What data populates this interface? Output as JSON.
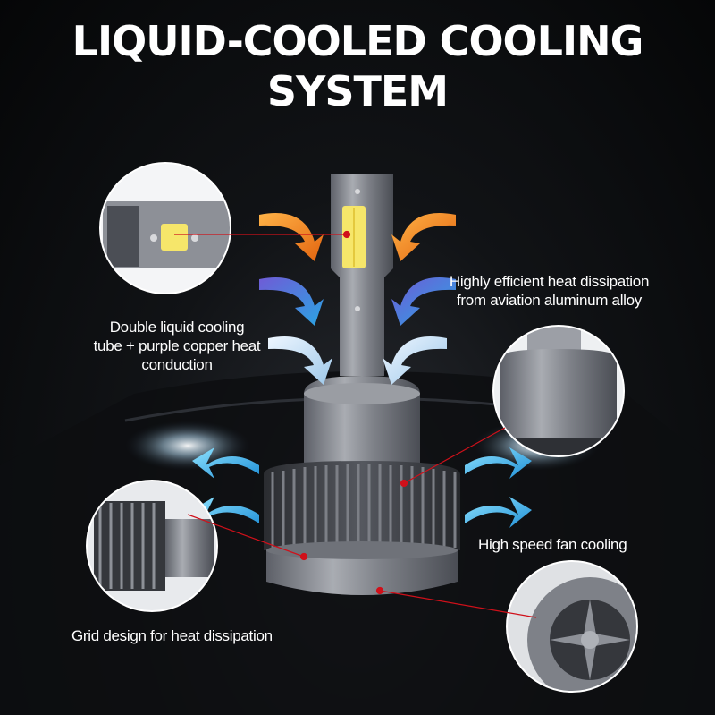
{
  "title": {
    "line1": "LIQUID-COOLED COOLING",
    "line2": "SYSTEM"
  },
  "labels": {
    "double_cooling_1": "Double liquid cooling",
    "double_cooling_2": "tube + purple copper heat",
    "double_cooling_3": "conduction",
    "aviation_1": "Highly efficient heat dissipation",
    "aviation_2": "from aviation aluminum alloy",
    "fan": "High speed fan cooling",
    "grid": "Grid design for heat dissipation"
  },
  "colors": {
    "warm_arrow": "#f28a1e",
    "cool_arrow": "#3aa9e0",
    "light_arrow": "#c9dff2",
    "leader_line": "#d0101a",
    "led_chip": "#f6e66a",
    "aluminum": "#8d9097"
  }
}
